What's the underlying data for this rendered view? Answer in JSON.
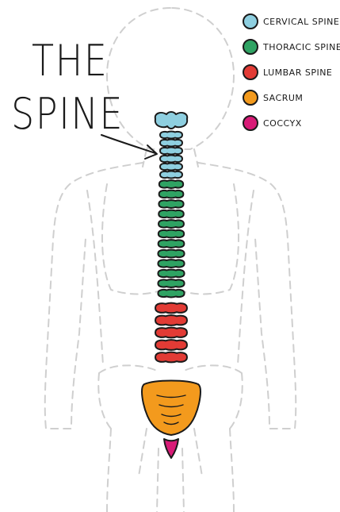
{
  "title": {
    "line1": "THE",
    "line2": "SPINE"
  },
  "legend": [
    {
      "label": "CERVICAL SPINE",
      "color": "#8ecfe0",
      "region": "cervical"
    },
    {
      "label": "THORACIC SPINE",
      "color": "#2fa363",
      "region": "thoracic"
    },
    {
      "label": "LUMBAR SPINE",
      "color": "#e23b35",
      "region": "lumbar"
    },
    {
      "label": "SACRUM",
      "color": "#f39a1d",
      "region": "sacrum"
    },
    {
      "label": "COCCYX",
      "color": "#d81b77",
      "region": "coccyx"
    }
  ],
  "spine": {
    "cervical_count": 7,
    "thoracic_count": 12,
    "lumbar_count": 5
  },
  "icons": {
    "pointer": "arrow-icon"
  }
}
